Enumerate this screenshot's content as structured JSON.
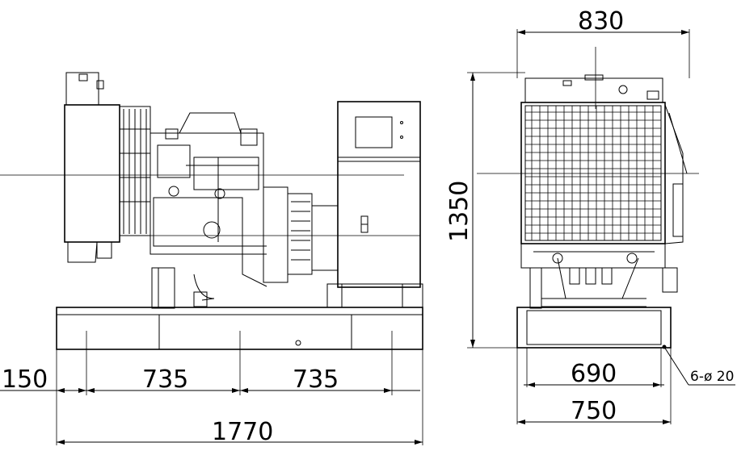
{
  "dimensions": {
    "overall_width_top": "830",
    "height": "1350",
    "base_inner": "690",
    "base_outer": "750",
    "left_offset": "150",
    "mount_spacing_1": "735",
    "mount_spacing_2": "735",
    "overall_length": "1770",
    "hole_note": "6-ø 20"
  }
}
